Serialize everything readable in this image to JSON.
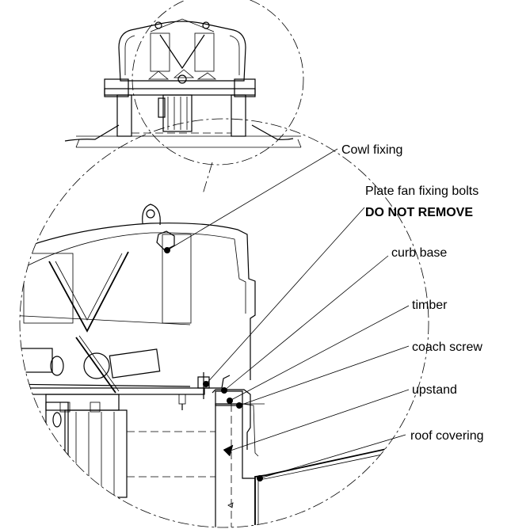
{
  "callouts": {
    "cowl_fixing": "Cowl fixing",
    "plate_fan_fixing_bolts": "Plate fan fixing bolts",
    "do_not_remove": "DO NOT REMOVE",
    "curb_base": "curb base",
    "timber": "timber",
    "coach_screw": "coach screw",
    "upstand": "upstand",
    "roof_covering": "roof covering"
  }
}
